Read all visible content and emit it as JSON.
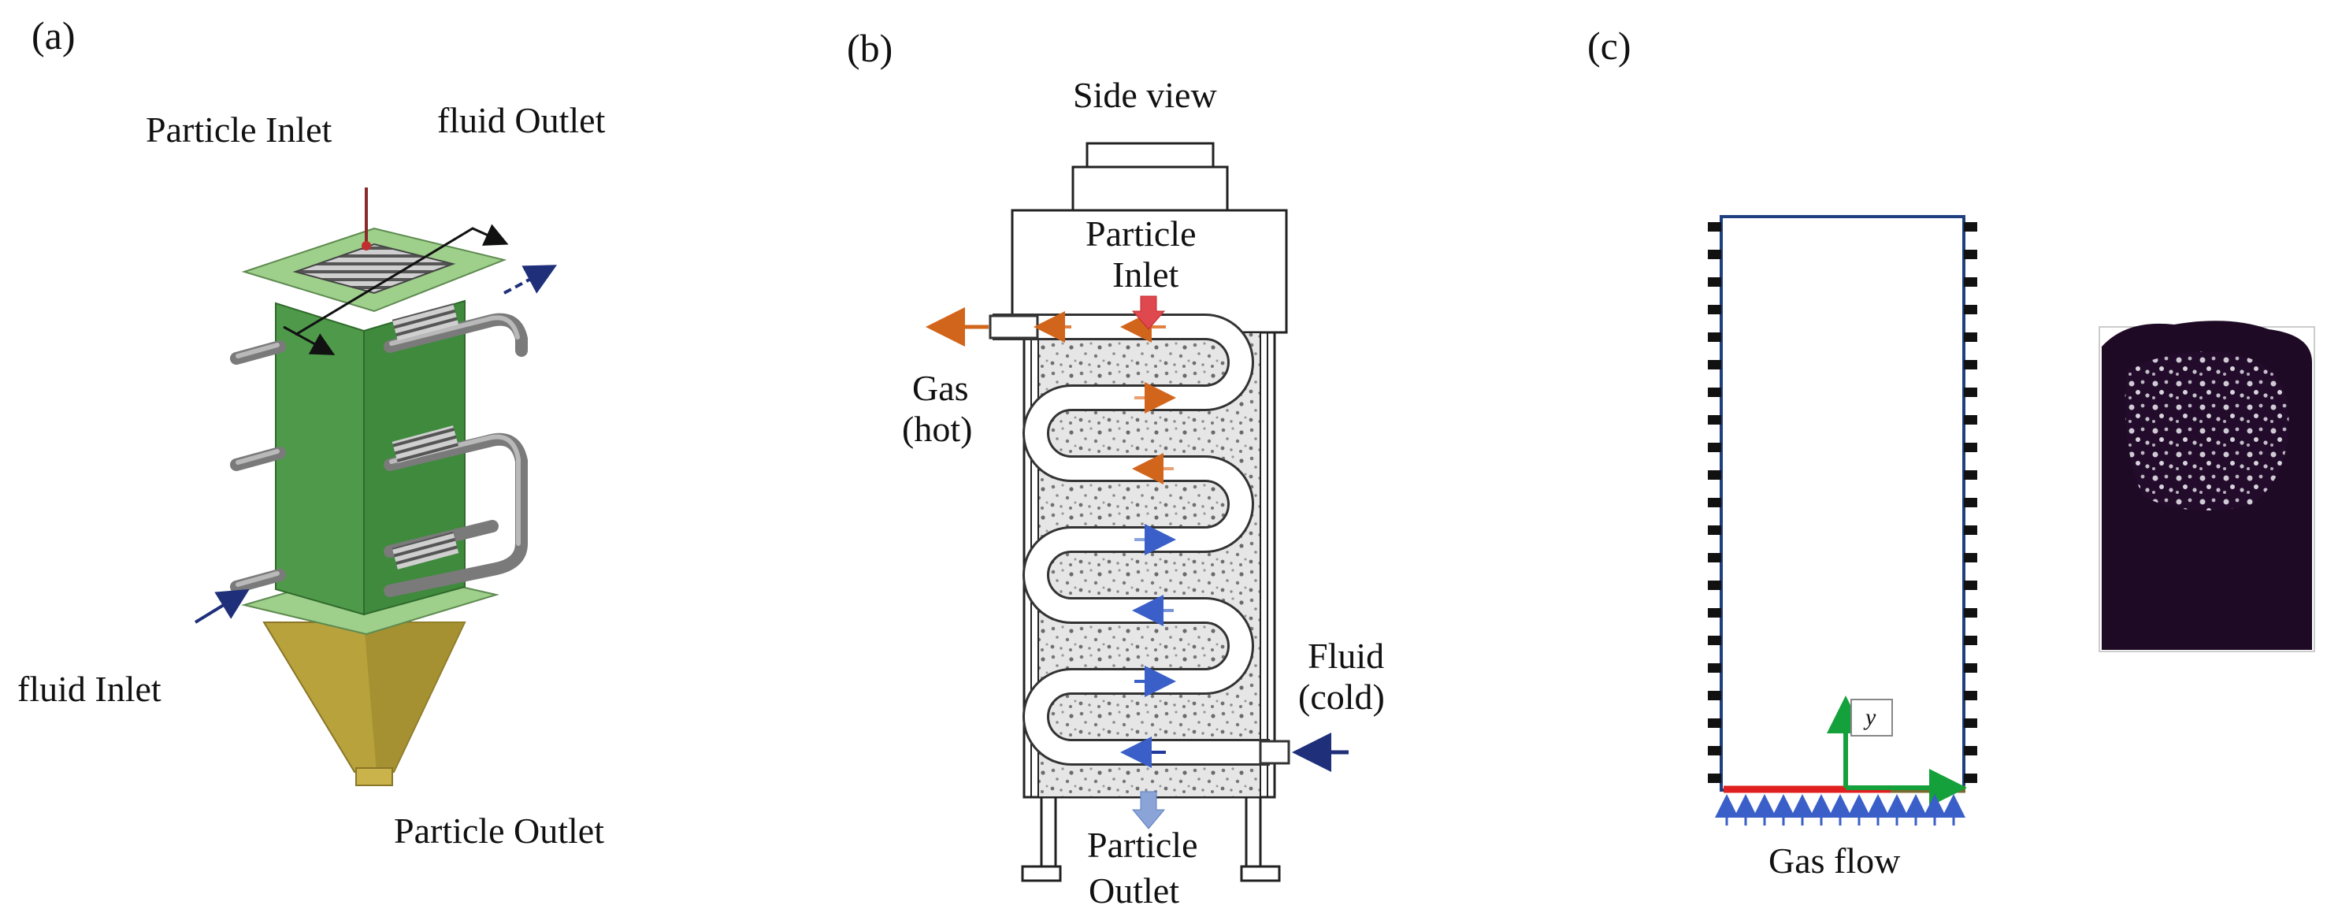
{
  "panel_a": {
    "tag": "(a)",
    "particle_inlet": "Particle Inlet",
    "fluid_outlet": "fluid  Outlet",
    "fluid_inlet": "fluid  Inlet",
    "particle_outlet": "Particle Outlet"
  },
  "panel_b": {
    "tag": "(b)",
    "side_view": "Side view",
    "particle_inlet_1": "Particle",
    "particle_inlet_2": "Inlet",
    "gas_1": "Gas",
    "gas_2": "(hot)",
    "fluid_1": "Fluid",
    "fluid_2": "(cold)",
    "particle_outlet_1": "Particle",
    "particle_outlet_2": "Outlet"
  },
  "panel_c": {
    "tag": "(c)",
    "axis_y": "y",
    "gas_flow": "Gas flow"
  },
  "colors": {
    "box_green": "#4f9a4a",
    "plate_green": "#9ed08b",
    "cone_olive": "#b8a23c",
    "pipe_grey": "#9a9a9a",
    "arrow_navy": "#1f2f7a",
    "arrow_red": "#e0484f",
    "arrow_orange": "#d2651c",
    "domain_blue": "#1f3f7f",
    "bottom_red": "#e02020",
    "axis_green": "#14a03a",
    "particle_dark": "#1e0a24"
  }
}
